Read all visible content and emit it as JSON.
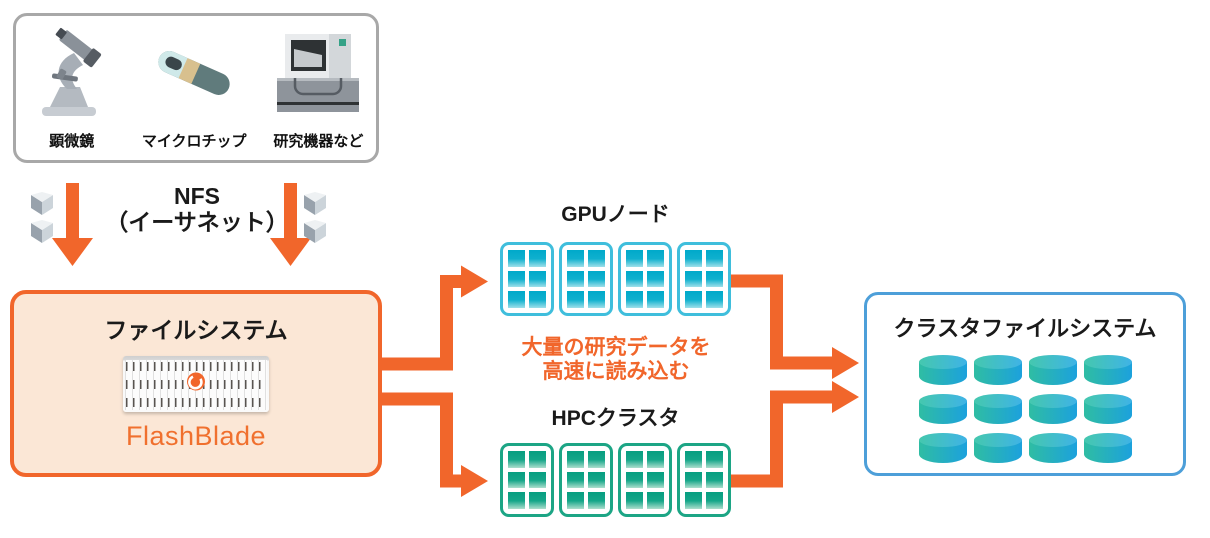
{
  "colors": {
    "accent_orange": "#F1662B",
    "flashblade_fill": "#FBE7D6",
    "gpu_accent": "#3FBEDC",
    "hpc_accent": "#1CA585",
    "cluster_border": "#4D9FD9",
    "sources_border": "#A8A8A8"
  },
  "sources": {
    "items": [
      {
        "icon": "microscope-icon",
        "label": "顕微鏡"
      },
      {
        "icon": "microchip-icon",
        "label": "マイクロチップ"
      },
      {
        "icon": "research-instrument-icon",
        "label": "研究機器など"
      }
    ]
  },
  "nfs": {
    "protocol": "NFS",
    "transport": "（イーサネット）"
  },
  "file_system": {
    "title": "ファイルシステム",
    "product": "FlashBlade"
  },
  "gpu": {
    "title": "GPUノード",
    "node_count": 4,
    "cells_per_node": 6
  },
  "hpc": {
    "title": "HPCクラスタ",
    "node_count": 4,
    "cells_per_node": 6
  },
  "highlight": {
    "line1": "大量の研究データを",
    "line2": "高速に読み込む"
  },
  "cluster": {
    "title": "クラスタファイルシステム",
    "disk_cols": 4,
    "disk_rows": 3
  }
}
